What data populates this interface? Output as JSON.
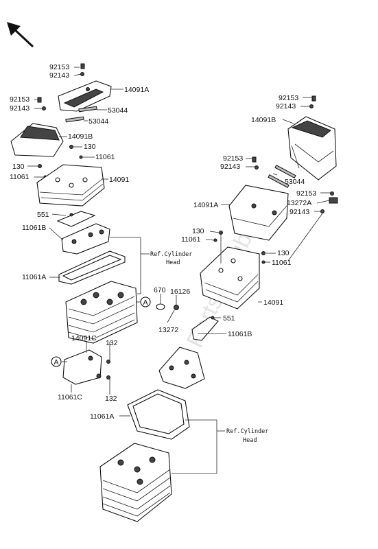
{
  "watermark": "PartsRepublik",
  "labels": {
    "a_92153": "92153",
    "a_92143": "92143",
    "a_14091A": "14091A",
    "a_53044a": "53044",
    "a_53044b": "53044",
    "b_92153": "92153",
    "b_92143": "92143",
    "b_14091B": "14091B",
    "b_130": "130",
    "b_11061": "11061",
    "c_130": "130",
    "c_11061": "11061",
    "c_14091": "14091",
    "c_551": "551",
    "c_11061B": "11061B",
    "c_ref1": "Ref.Cylinder",
    "c_ref2": "Head",
    "c_11061A": "11061A",
    "c_670": "670",
    "c_16126": "16126",
    "c_13272": "13272",
    "c_14091C": "14091C",
    "c_132a": "132",
    "c_11061C": "11061C",
    "c_132b": "132",
    "c_A_circle1": "A",
    "c_A_circle2": "A",
    "d_92153": "92153",
    "d_92143": "92143",
    "d_14091B": "14091B",
    "d_53044": "53044",
    "e_92153": "92153",
    "e_92143": "92143",
    "e_14091A": "14091A",
    "e_92153b": "92153",
    "e_13272A": "13272A",
    "e_92143b": "92143",
    "e_130": "130",
    "e_11061": "11061",
    "e_130b": "130",
    "e_11061b": "11061",
    "e_14091": "14091",
    "e_551": "551",
    "e_11061B": "11061B",
    "e_11061A": "11061A",
    "e_ref1": "Ref.Cylinder",
    "e_ref2": "Head"
  }
}
